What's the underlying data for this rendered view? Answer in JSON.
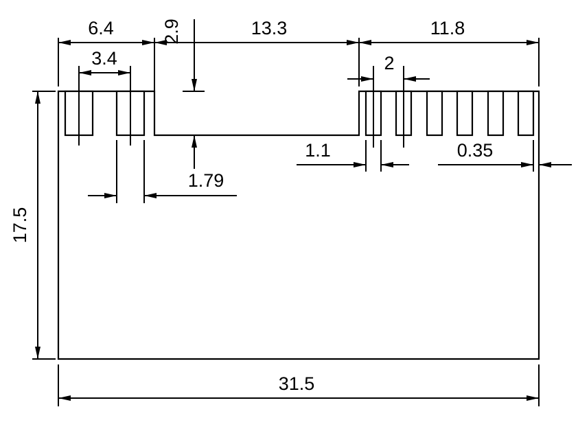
{
  "drawing": {
    "type": "mechanical-part-dimensioned-drawing",
    "style": {
      "line_color": "#000000",
      "background": "#ffffff"
    },
    "dimensions": {
      "left_section_width": "6.4",
      "slot_depth": "2.9",
      "center_recess_width": "13.3",
      "right_section_width": "11.8",
      "left_slot_pitch": "3.4",
      "right_slot_pitch": "2",
      "right_slot_width": "1.1",
      "right_edge_margin": "0.35",
      "left_slot_width": "1.79",
      "overall_height": "17.5",
      "overall_width": "31.5"
    }
  }
}
